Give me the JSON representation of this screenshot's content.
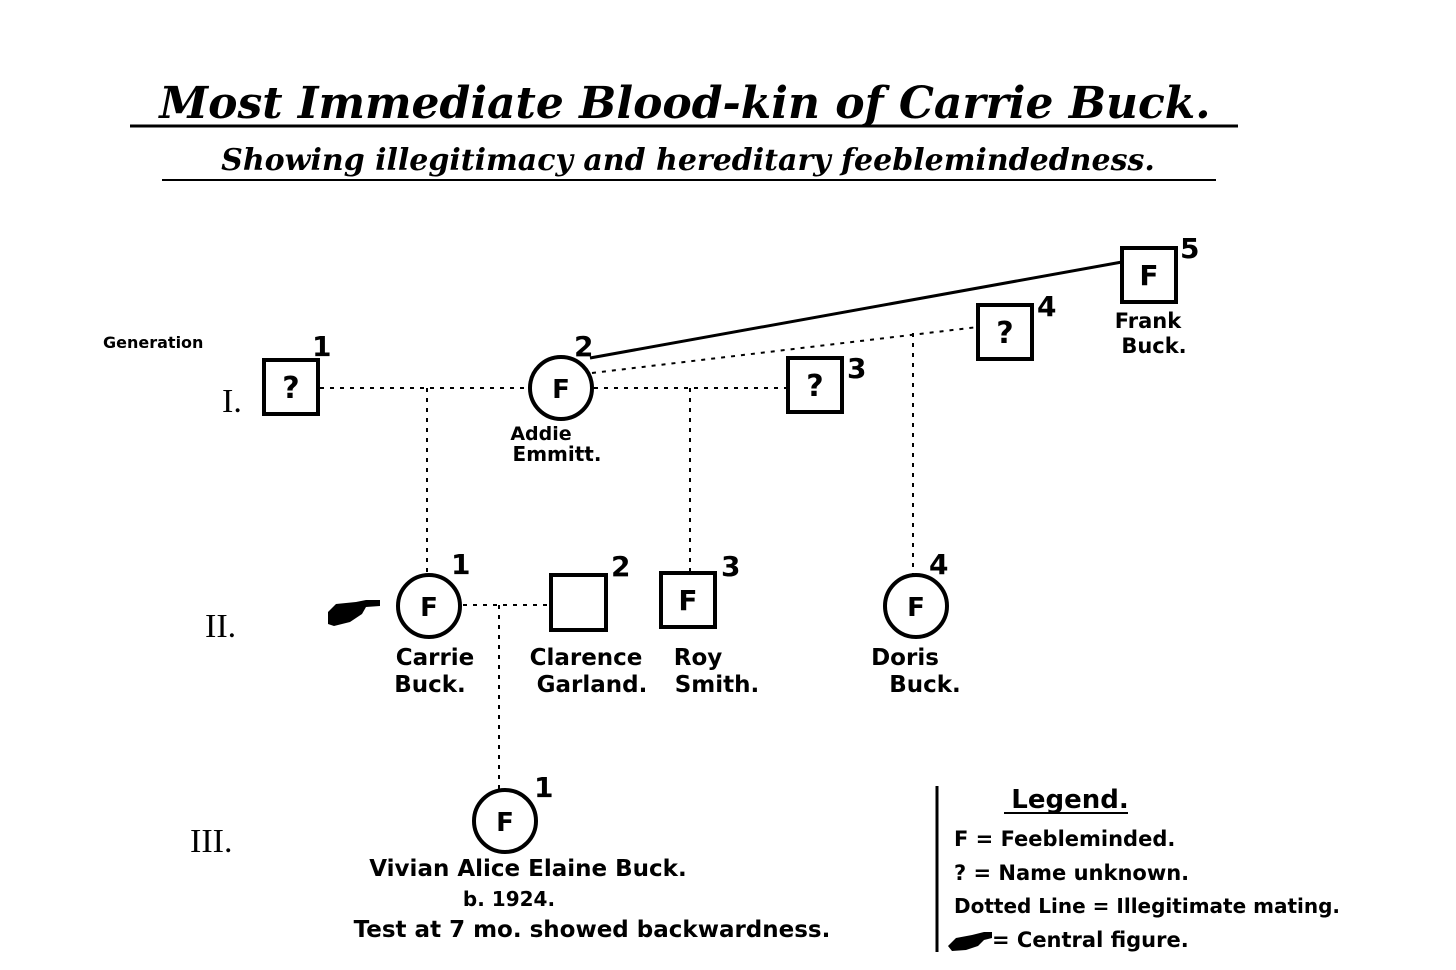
{
  "title": "Most Immediate Blood-kin of Carrie Buck.",
  "subtitle": "Showing illegitimacy and hereditary feeblemindedness.",
  "generation_label": "Generation",
  "generations": {
    "g1": "I.",
    "g2": "II.",
    "g3": "III."
  },
  "individuals": {
    "g1_1": {
      "number": "1",
      "symbol": "?"
    },
    "g1_2": {
      "number": "2",
      "symbol": "F",
      "name_line1": "Addie",
      "name_line2": "Emmitt."
    },
    "g1_3": {
      "number": "3",
      "symbol": "?"
    },
    "g1_4": {
      "number": "4",
      "symbol": "?"
    },
    "g1_5": {
      "number": "5",
      "symbol": "F",
      "name_line1": "Frank",
      "name_line2": "Buck."
    },
    "g2_1": {
      "number": "1",
      "symbol": "F",
      "name_line1": "Carrie",
      "name_line2": "Buck."
    },
    "g2_2": {
      "number": "2",
      "symbol": "",
      "name_line1": "Clarence",
      "name_line2": "Garland."
    },
    "g2_3": {
      "number": "3",
      "symbol": "F",
      "name_line1": "Roy",
      "name_line2": "Smith."
    },
    "g2_4": {
      "number": "4",
      "symbol": "F",
      "name_line1": "Doris",
      "name_line2": "Buck."
    },
    "g3_1": {
      "number": "1",
      "symbol": "F",
      "name_line1": "Vivian Alice Elaine Buck.",
      "name_line2": "b. 1924.",
      "name_line3": "Test at 7 mo. showed backwardness."
    }
  },
  "legend": {
    "title": "Legend.",
    "items": [
      "F = Feebleminded.",
      "? = Name unknown.",
      "Dotted Line = Illegitimate mating.",
      "= Central figure."
    ]
  },
  "colors": {
    "ink": "#000000",
    "paper": "#ffffff"
  }
}
